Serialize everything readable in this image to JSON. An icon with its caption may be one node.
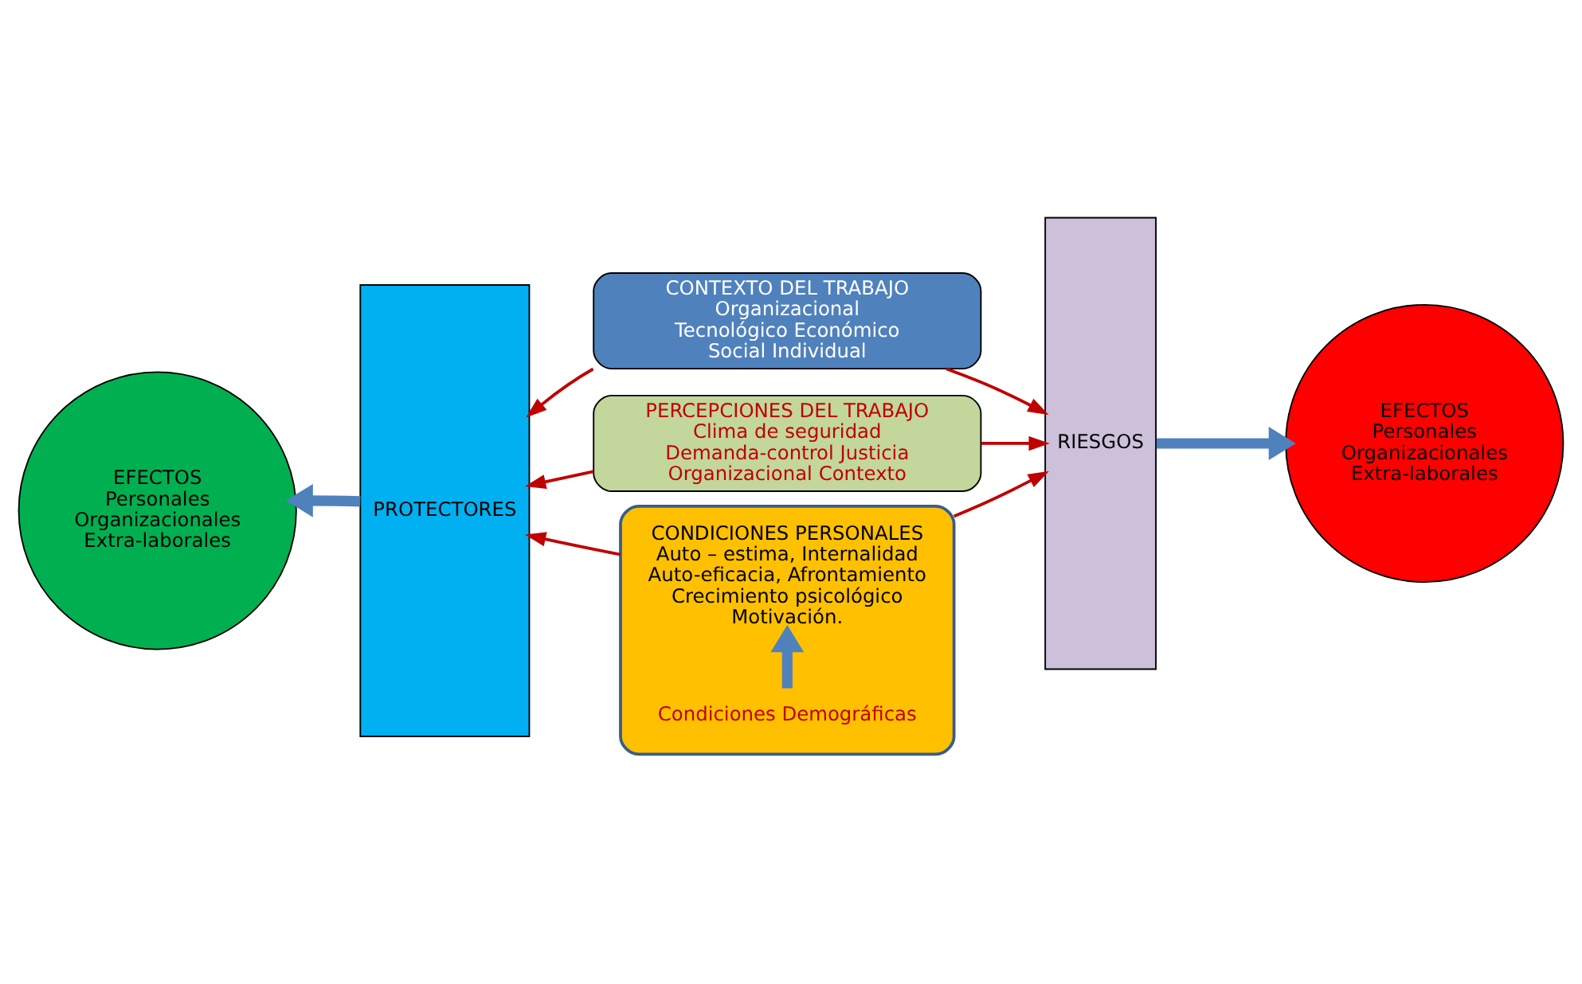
{
  "diagram": {
    "nodes": [
      {
        "text": [
          "CONTEXTO DEL TRABAJO",
          "Organizacional Tecnológico Económico Social Individual"
        ]
      },
      {
        "text": [
          "PERCEPCIONES DEL TRABAJO",
          "Clima de seguridad Demanda-control Justicia Organizacional Contexto"
        ]
      },
      {
        "text": [],
        "shape": "box"
      },
      {
        "text": [
          "CONDICIONES PERSONALES",
          "Auto – estima, Internalidad Auto-eficacia, Afrontamiento Crecimiento psicológico Motivación."
        ],
        "in": 2
      },
      {
        "text": [
          "Condiciones Demográficas"
        ],
        "in": 2
      },
      {
        "text": [
          "PROTECTORES"
        ]
      },
      {
        "text": [
          "RIESGOS"
        ]
      },
      {
        "text": [
          "EFECTOS",
          "Personales Organizacionales Extra-laborales"
        ]
      },
      {
        "text": [
          "EFECTOS",
          "Personales Organizacionales Extra-laborales"
        ]
      }
    ],
    "edges": [
      {
        "from": 0,
        "to": 5,
        "arrow": "to"
      },
      {
        "from": 0,
        "to": 6,
        "arrow": "to"
      },
      {
        "from": 1,
        "to": 5,
        "arrow": "to"
      },
      {
        "from": 1,
        "to": 6,
        "arrow": "to"
      },
      {
        "from": 2,
        "to": 5,
        "arrow": "to"
      },
      {
        "from": 2,
        "to": 6,
        "arrow": "to"
      },
      {
        "from": 4,
        "to": 3,
        "arrow": "to",
        "style": "thick",
        "color": "#4f81bd"
      },
      {
        "from": 5,
        "to": 7,
        "arrow": "to",
        "style": "thick",
        "color": "#4f81bd"
      },
      {
        "from": 6,
        "to": 8,
        "arrow": "to",
        "style": "thick",
        "color": "#4f81bd"
      }
    ]
  }
}
